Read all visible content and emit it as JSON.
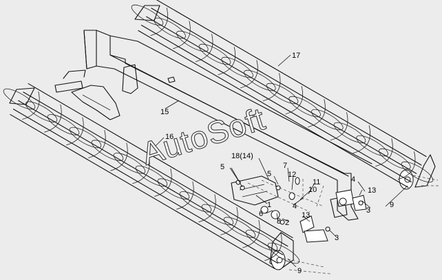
{
  "watermark": "AutoSoft",
  "labels": [
    "17",
    "15",
    "16",
    "18(14)",
    "5",
    "5",
    "7",
    "12",
    "11",
    "10",
    "4",
    "13",
    "3",
    "9",
    "1",
    "4",
    "13",
    "2",
    "8",
    "6",
    "3",
    "9"
  ],
  "colors": {
    "background": "#ececec",
    "line": "#111111",
    "watermark_fill": "#ffffff"
  }
}
